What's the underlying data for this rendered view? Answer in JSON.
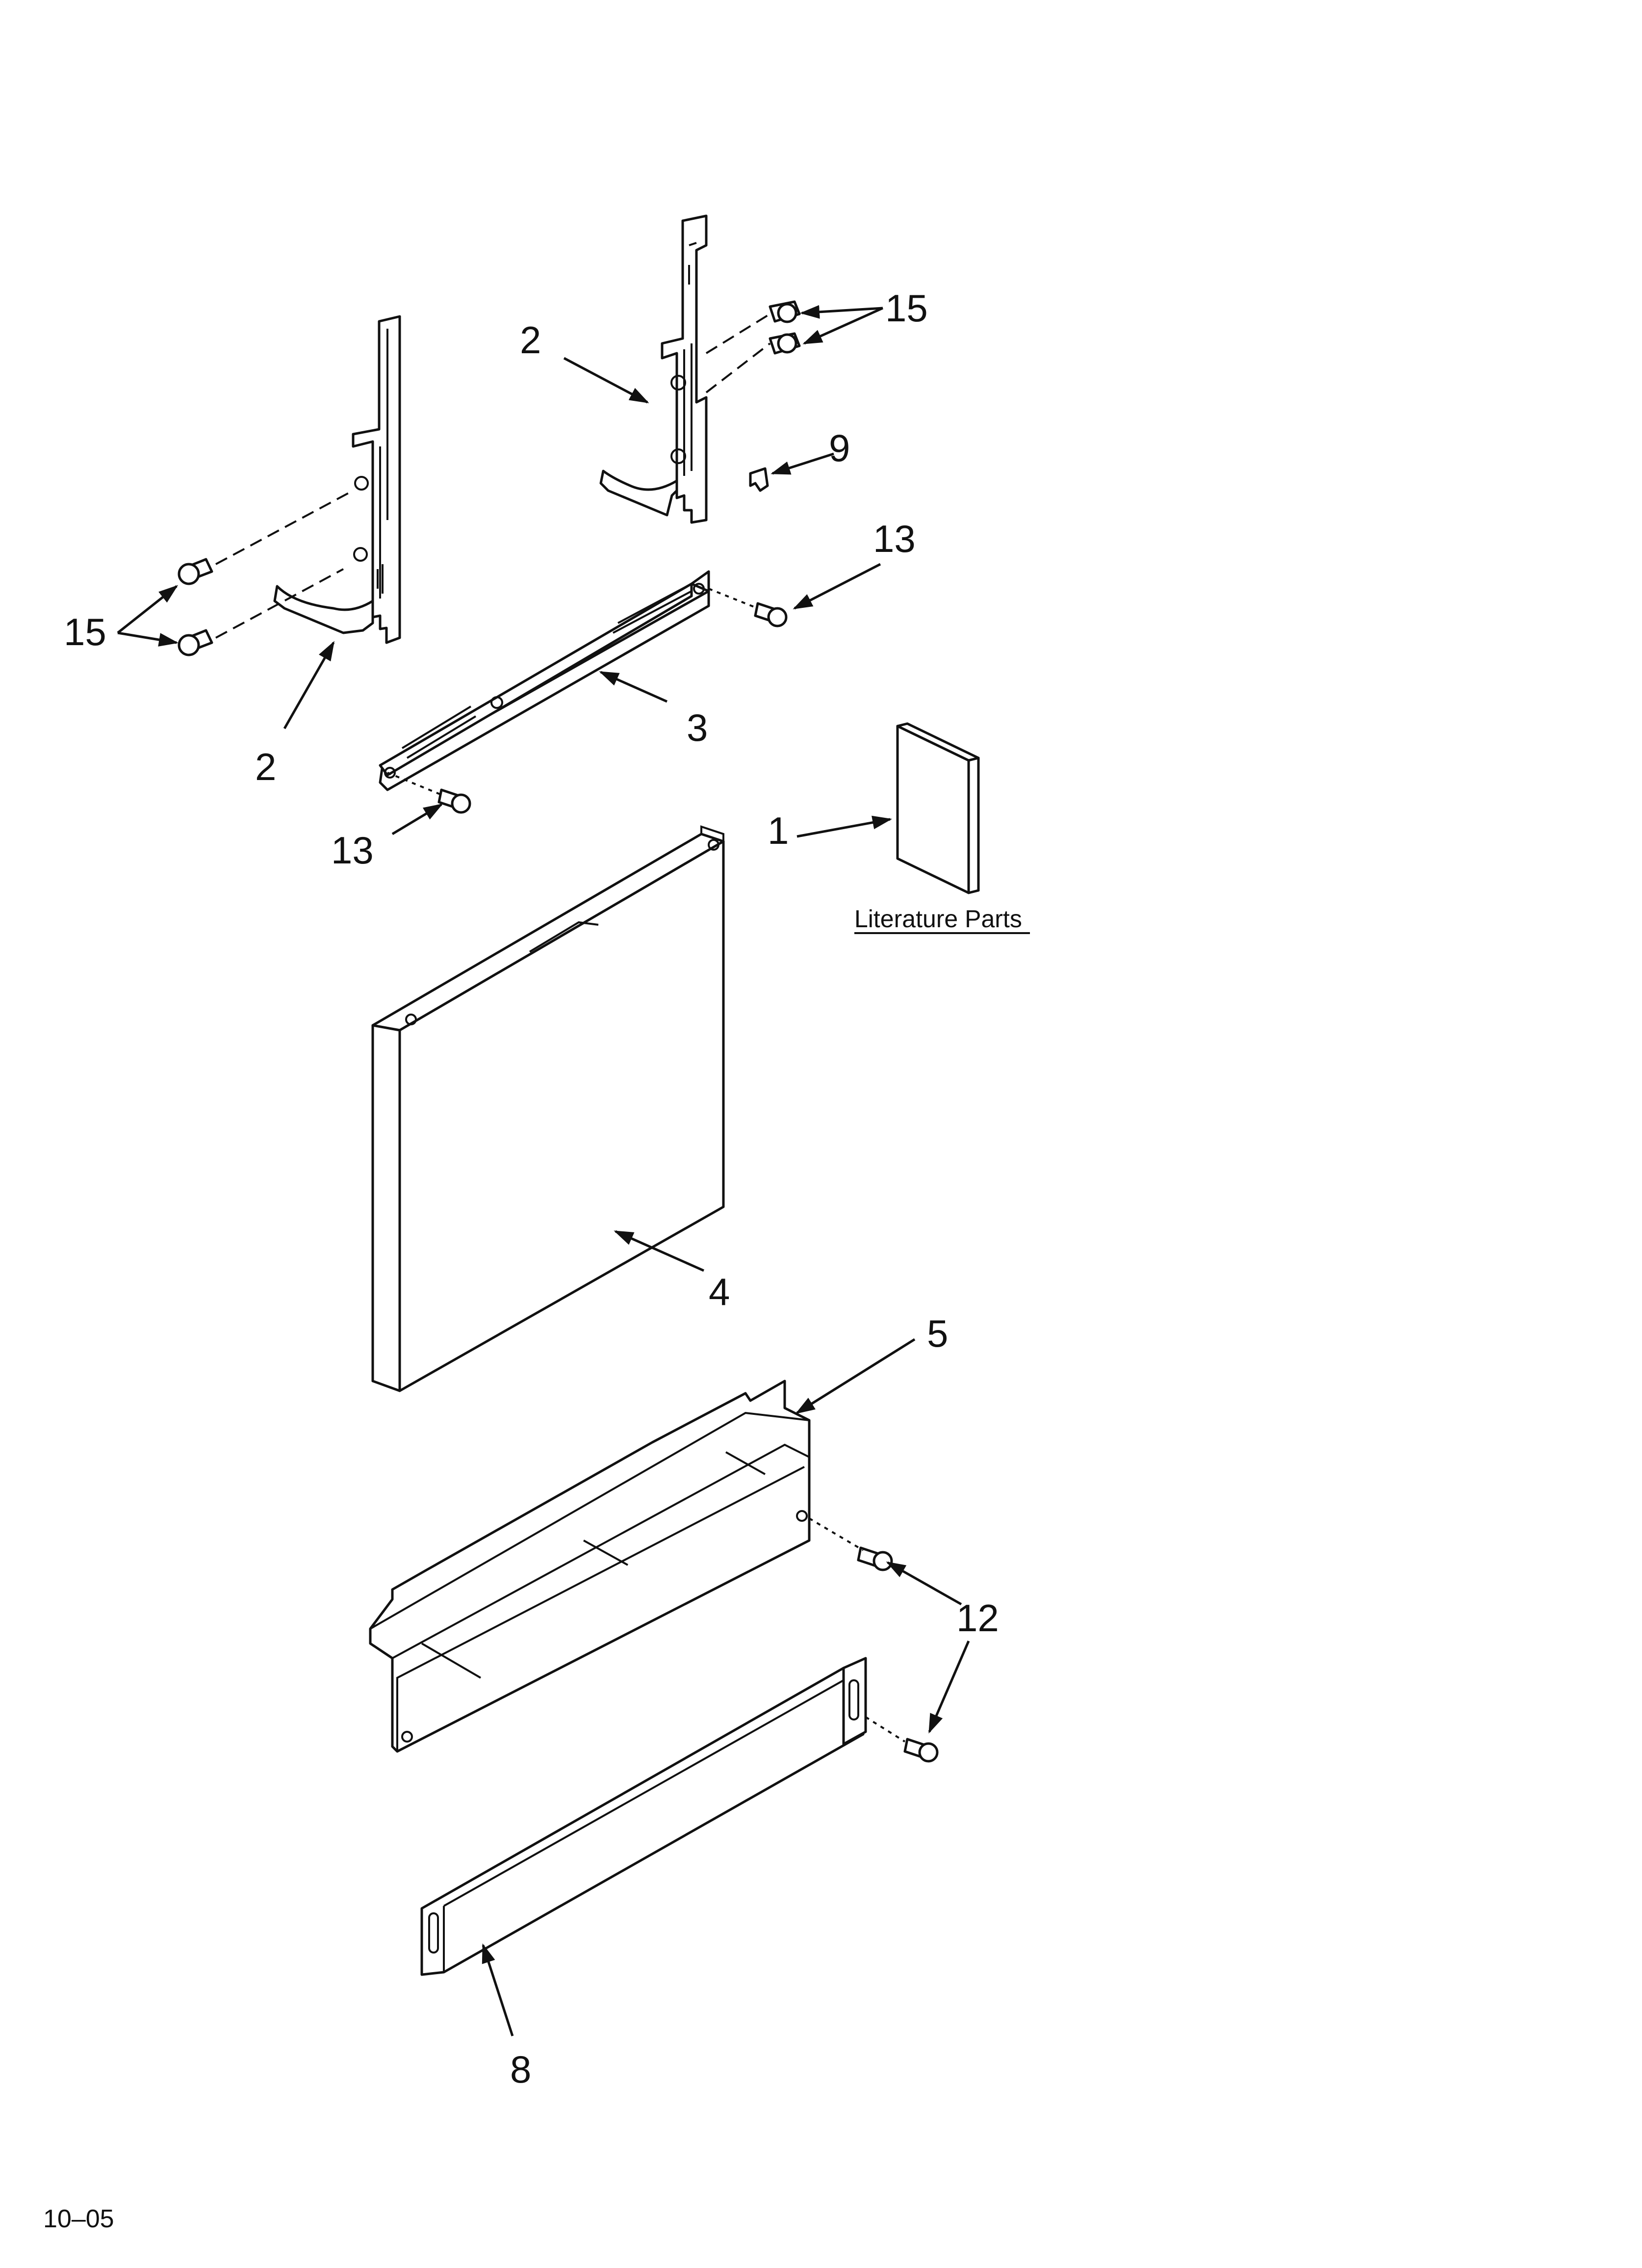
{
  "callouts": {
    "c1": "1",
    "c2_top": "2",
    "c2_left": "2",
    "c3": "3",
    "c4": "4",
    "c5": "5",
    "c8": "8",
    "c9": "9",
    "c12": "12",
    "c13_right": "13",
    "c13_left": "13",
    "c15_right": "15",
    "c15_left": "15"
  },
  "literature_label": "Literature Parts",
  "revision_date": "10–05"
}
